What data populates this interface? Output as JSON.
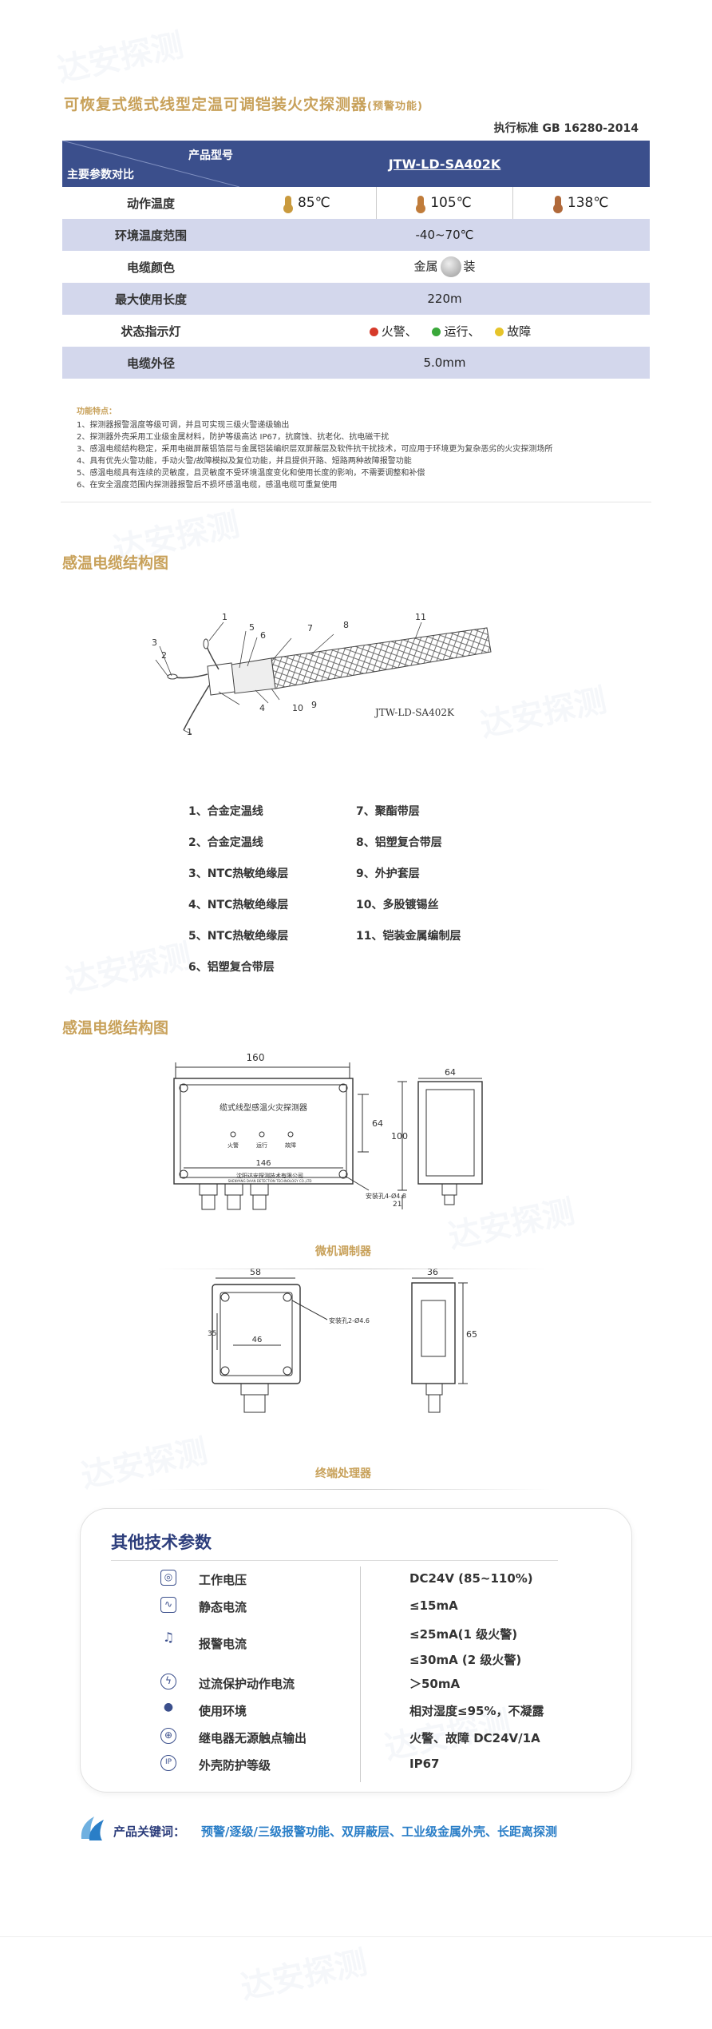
{
  "header": {
    "title": "可恢复式缆式线型定温可调铠装火灾探测器",
    "title_suffix": "(预警功能)",
    "standard": "执行标准 GB 16280-2014"
  },
  "spec_table": {
    "header_top": "产品型号",
    "header_bottom": "主要参数对比",
    "model": "JTW-LD-SA402K",
    "rows": [
      {
        "label": "动作温度",
        "temps": [
          "85℃",
          "105℃",
          "138℃"
        ]
      },
      {
        "label": "环境温度范围",
        "value": "-40~70℃"
      },
      {
        "label": "电缆颜色",
        "value_pre": "金属",
        "value_post": "装"
      },
      {
        "label": "最大使用长度",
        "value": "220m"
      },
      {
        "label": "状态指示灯",
        "leds": [
          "火警、",
          "运行、",
          "故障"
        ]
      },
      {
        "label": "电缆外径",
        "value": "5.0mm"
      }
    ]
  },
  "features": {
    "title": "功能特点：",
    "items": [
      "1、探测器报警温度等级可调，并且可实现三级火警递级输出",
      "2、探测器外壳采用工业级金属材料，防护等级高达 IP67，抗腐蚀、抗老化、抗电磁干扰",
      "3、感温电缆结构稳定，采用电磁屏蔽铝箔层与金属铠装编织层双屏蔽层及软件抗干扰技术，可应用于环境更为复杂恶劣的火灾探测场所",
      "4、具有优先火警功能，手动火警/故障模拟及复位功能，并且提供开路、短路两种故障报警功能",
      "5、感温电缆具有连续的灵敏度，且灵敏度不受环境温度变化和使用长度的影响，不需要调整和补偿",
      "6、在安全温度范围内探测器报警后不损坏感温电缆，感温电缆可重复使用"
    ]
  },
  "cable_section": {
    "title": "感温电缆结构图",
    "model_label": "JTW-LD-SA402K",
    "callouts": [
      "1",
      "2",
      "3",
      "4",
      "5",
      "6",
      "7",
      "8",
      "9",
      "10",
      "11",
      "1"
    ],
    "legend_left": [
      "1、合金定温线",
      "2、合金定温线",
      "3、NTC热敏绝缘层",
      "4、NTC热敏绝缘层",
      "5、NTC热敏绝缘层",
      "6、铝塑复合带层"
    ],
    "legend_right": [
      "7、聚酯带层",
      "8、铝塑复合带层",
      "9、外护套层",
      "10、多股镀锡丝",
      "11、铠装金属编制层"
    ]
  },
  "device_section": {
    "title": "感温电缆结构图",
    "top_drawing": {
      "dim_width": "160",
      "dim_inner": "146",
      "dim_height": "64",
      "dim_side_width": "64",
      "dim_side_height": "100",
      "dim_bottom": "21",
      "panel_title": "缆式线型感温火灾探测器",
      "leds": [
        "火警",
        "运行",
        "故障"
      ],
      "company": "沈阳达安探测技术有限公司",
      "company_en": "SHENYANG DAAN DETECTION TECHNOLOGY CO.,LTD",
      "hole_note": "安装孔4-Ø4.8",
      "caption": "微机调制器"
    },
    "bottom_drawing": {
      "dim_width": "58",
      "dim_inner": "46",
      "dim_left": "35",
      "dim_side_width": "36",
      "dim_side_height": "65",
      "hole_note": "安装孔2-Ø4.6",
      "caption": "终端处理器"
    }
  },
  "params": {
    "title": "其他技术参数",
    "items": [
      {
        "icon": "voltage-icon",
        "glyph": "◎",
        "name": "工作电压",
        "values": [
          "DC24V (85~110%)"
        ]
      },
      {
        "icon": "static-current-icon",
        "glyph": "∿",
        "name": "静态电流",
        "values": [
          "≤15mA"
        ]
      },
      {
        "icon": "alarm-bell-icon",
        "glyph": "♫",
        "name": "报警电流",
        "values": [
          "≤25mA(1 级火警)",
          "≤30mA (2 级火警)"
        ]
      },
      {
        "icon": "overcurrent-icon",
        "glyph": "ϟ",
        "name": "过流保护动作电流",
        "values": [
          "＞50mA"
        ]
      },
      {
        "icon": "environment-icon",
        "glyph": "●",
        "name": "使用环境",
        "values": [
          "相对湿度≤95%，不凝露"
        ]
      },
      {
        "icon": "relay-icon",
        "glyph": "⊕",
        "name": "继电器无源触点输出",
        "values": [
          "火警、故障  DC24V/1A"
        ]
      },
      {
        "icon": "ip-icon",
        "glyph": "IP",
        "name": "外壳防护等级",
        "values": [
          "IP67"
        ]
      }
    ]
  },
  "keywords": {
    "label": "产品关键词：",
    "text": "预警/逐级/三级报警功能、双屏蔽层、工业级金属外壳、长距离探测"
  },
  "watermark": "达安探测",
  "colors": {
    "gold": "#c8a15a",
    "navy": "#3b4f8c",
    "row_blue": "#d3d7ec",
    "link_blue": "#2a7ec7"
  }
}
